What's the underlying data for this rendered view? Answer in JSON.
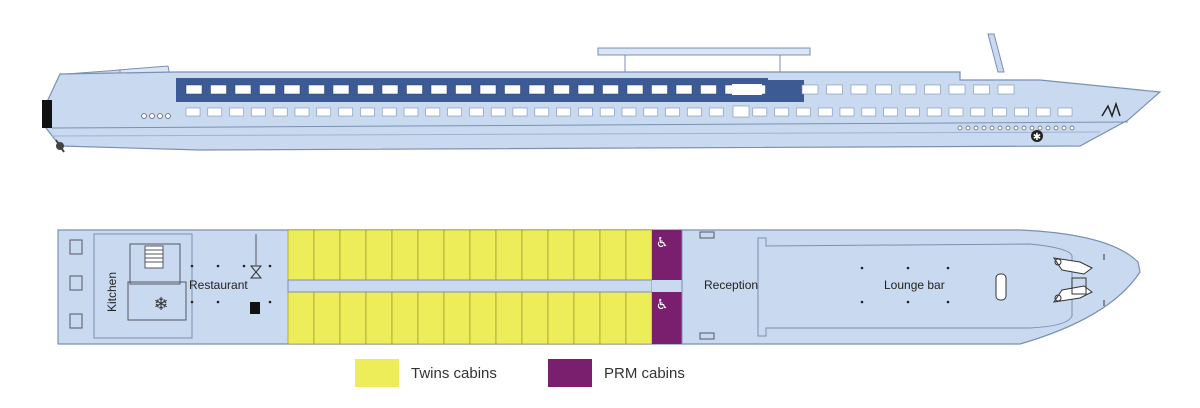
{
  "colors": {
    "hull": "#c9daf0",
    "hull_outline": "#7b8fb0",
    "band": "#3c5a94",
    "twins": "#eded5a",
    "prm": "#7a1f6e",
    "deck": "#c9daf0"
  },
  "icons": [
    "wheelchair-icon",
    "snowflake-icon",
    "propeller-icon",
    "stairs-icon"
  ],
  "deck_plan": {
    "rooms": {
      "kitchen": "Kitchen",
      "restaurant": "Restaurant",
      "reception": "Reception",
      "lounge_bar": "Lounge bar"
    },
    "twins_cabins_per_side": 14,
    "prm_cabins": 2
  },
  "legend": {
    "twins": "Twins cabins",
    "prm": "PRM cabins"
  }
}
